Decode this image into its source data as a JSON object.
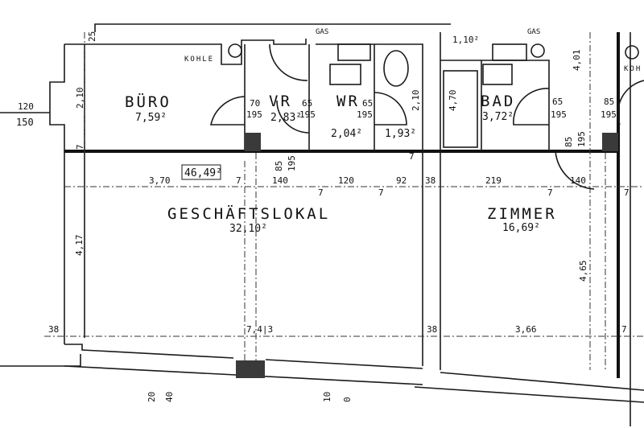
{
  "rooms": {
    "buero": {
      "name": "BÜRO",
      "area": "7,59²"
    },
    "vr": {
      "name": "VR",
      "area": "2,83²"
    },
    "wr": {
      "name": "WR",
      "area": "2,04²"
    },
    "wc": {
      "area": "1,93²"
    },
    "bad": {
      "name": "BAD",
      "area": "3,72²"
    },
    "geschaeftslokal": {
      "name": "GESCHÄFTSLOKAL",
      "area": "32,10²",
      "total_area": "46,49²"
    },
    "zimmer": {
      "name": "ZIMMER",
      "area": "16,69²"
    },
    "storage": {
      "area": "1,10²"
    }
  },
  "labels": {
    "kohle": "KOHLE",
    "kohle_right": "KOH",
    "gas_left": "GAS",
    "gas_right": "GAS"
  },
  "doors": {
    "buero": [
      "70",
      "195"
    ],
    "vr": [
      "65",
      "195"
    ],
    "wr": [
      "65",
      "195"
    ],
    "bad": [
      "65",
      "195"
    ],
    "right": [
      "85",
      "195"
    ],
    "vr_bottom": [
      "85",
      "195"
    ],
    "zimmer_top": [
      "85",
      "195"
    ]
  },
  "window": [
    "120",
    "150"
  ],
  "dimensions": {
    "d_25": "25",
    "d_2_10": "2,10",
    "d_7a": "7",
    "d_3_70": "3,70",
    "d_7b": "7",
    "d_140": "140",
    "d_7c": "7",
    "d_120": "120",
    "d_7d": "7",
    "d_92": "92",
    "d_38a": "38",
    "d_219": "219",
    "d_7e": "7",
    "d_140b": "140",
    "d_7f": "7",
    "d_2_10b": "2,10",
    "d_4_70": "4,70",
    "d_4_01": "4,01",
    "d_7g": "7",
    "d_4_17": "4,17",
    "d_4_65": "4,65",
    "d_38b": "38",
    "d_7_43": "7,4|3",
    "d_38c": "38",
    "d_3_66": "3,66",
    "d_7h": "7",
    "d_20": "20",
    "d_40": "40",
    "d_10": "10",
    "d_0": "0"
  }
}
